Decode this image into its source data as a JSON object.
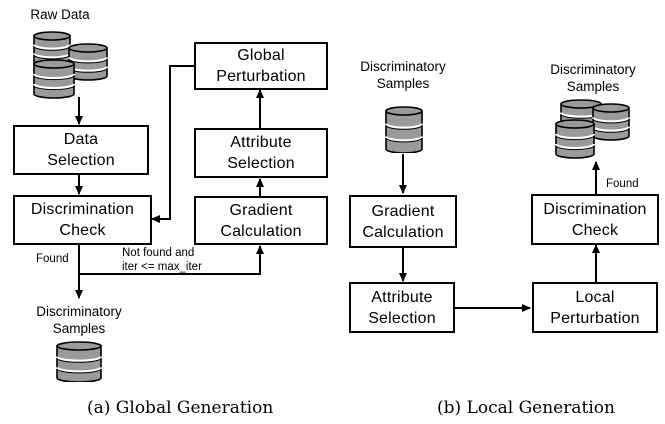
{
  "global": {
    "raw_data_label": "Raw Data",
    "boxes": {
      "data_selection": [
        "Data",
        "Selection"
      ],
      "discrimination_check": [
        "Discrimination",
        "Check"
      ],
      "gradient_calculation": [
        "Gradient",
        "Calculation"
      ],
      "attribute_selection": [
        "Attribute",
        "Selection"
      ],
      "global_perturbation": [
        "Global",
        "Perturbation"
      ]
    },
    "found_label": "Found",
    "not_found_label": [
      "Not found and",
      "iter <= max_iter"
    ],
    "output_label": [
      "Discriminatory",
      "Samples"
    ],
    "caption": "(a) Global Generation"
  },
  "local": {
    "input_label": [
      "Discriminatory",
      "Samples"
    ],
    "boxes": {
      "gradient_calculation": [
        "Gradient",
        "Calculation"
      ],
      "attribute_selection": [
        "Attribute",
        "Selection"
      ],
      "local_perturbation": [
        "Local",
        "Perturbation"
      ],
      "discrimination_check": [
        "Discrimination",
        "Check"
      ]
    },
    "found_label": "Found",
    "output_label": [
      "Discriminatory",
      "Samples"
    ],
    "caption": "(b) Local Generation"
  },
  "colors": {
    "line": "#000000",
    "db_fill": "#9a9a9a",
    "db_stripe": "#ffffff"
  }
}
